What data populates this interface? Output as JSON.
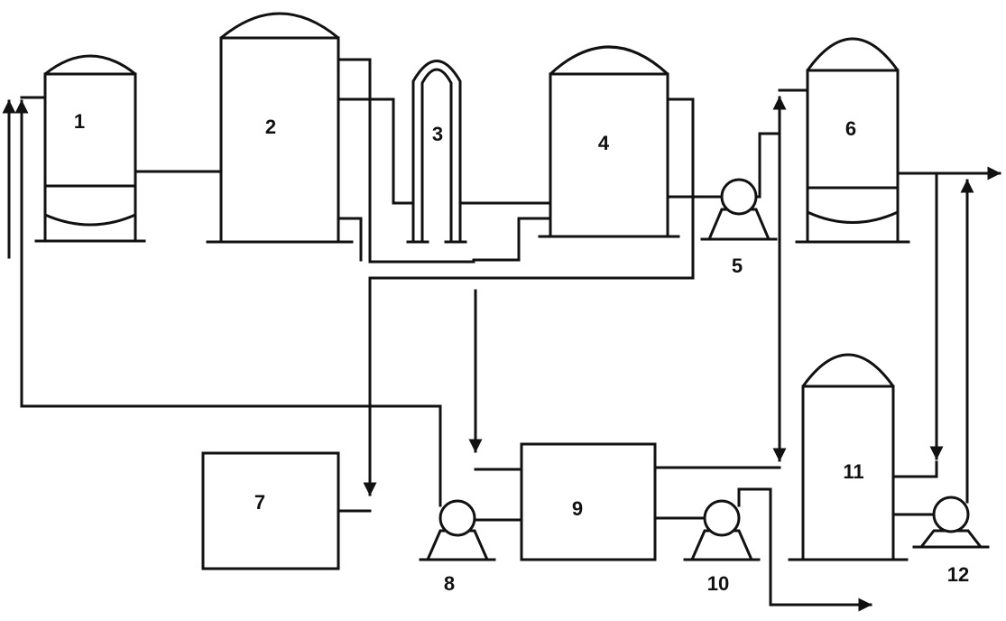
{
  "diagram": {
    "labels": {
      "u1": "1",
      "u2": "2",
      "u3": "3",
      "u4": "4",
      "u5": "5",
      "u6": "6",
      "u7": "7",
      "u8": "8",
      "u9": "9",
      "u10": "10",
      "u11": "11",
      "u12": "12"
    }
  }
}
